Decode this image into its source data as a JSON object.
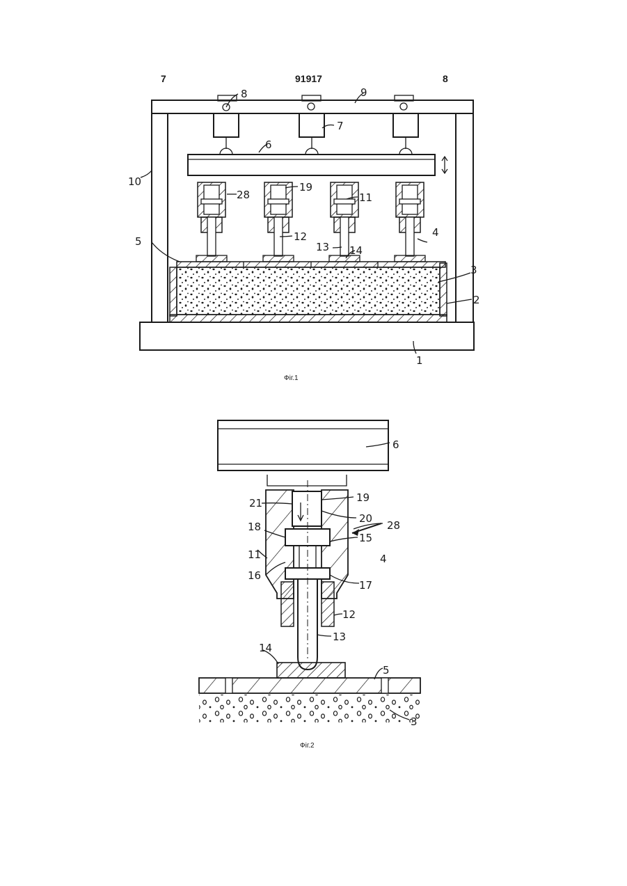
{
  "header": {
    "left_page": "7",
    "patent_number": "91917",
    "right_page": "8"
  },
  "figure1": {
    "caption": "Фіг.1",
    "labels": [
      "8",
      "9",
      "7",
      "6",
      "10",
      "28",
      "19",
      "11",
      "5",
      "12",
      "13",
      "14",
      "4",
      "3",
      "2",
      "1"
    ]
  },
  "figure2": {
    "caption": "Фіг.2",
    "labels": [
      "6",
      "21",
      "19",
      "20",
      "28",
      "18",
      "15",
      "11",
      "4",
      "16",
      "17",
      "12",
      "13",
      "14",
      "5",
      "3"
    ]
  }
}
